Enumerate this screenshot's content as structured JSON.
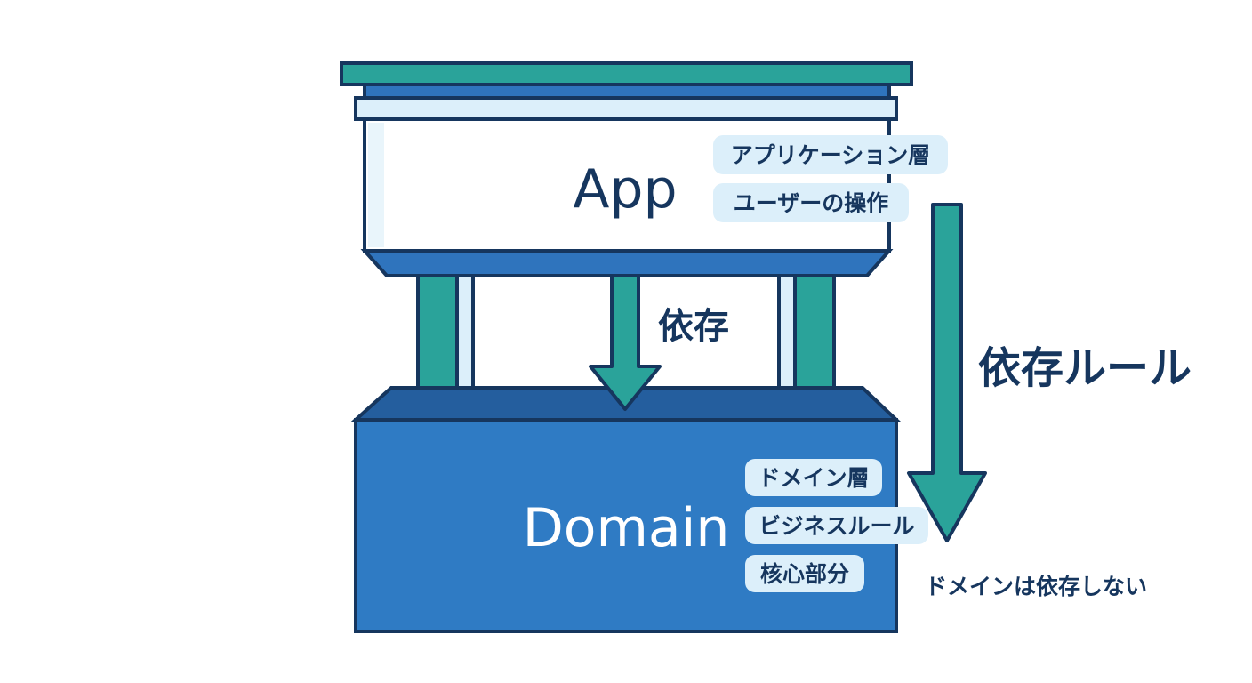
{
  "app_layer": {
    "title": "App",
    "tags": [
      "アプリケーション層",
      "ユーザーの操作"
    ]
  },
  "domain_layer": {
    "title": "Domain",
    "tags": [
      "ドメイン層",
      "ビジネスルール",
      "核心部分"
    ]
  },
  "dependency_label": "依存",
  "rule": {
    "title": "依存ルール",
    "note": "ドメインは依存しない"
  },
  "colors": {
    "navy": "#16365e",
    "teal": "#2aa39a",
    "blue": "#2f74bd",
    "blue_dark": "#245e9e",
    "light_blue": "#dceffa",
    "white": "#ffffff"
  }
}
